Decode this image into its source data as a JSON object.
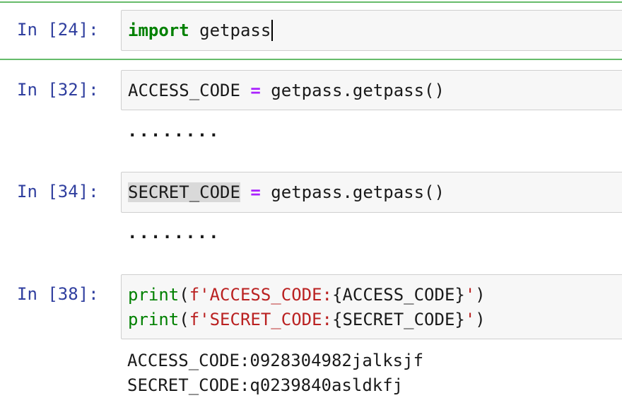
{
  "cells": [
    {
      "prompt": "In [24]:",
      "code": [
        {
          "kw": "import",
          "rest": " getpass"
        }
      ],
      "selected": true
    },
    {
      "prompt": "In [32]:",
      "var": "ACCESS_CODE",
      "eq": "=",
      "rhs": " getpass.getpass()",
      "output": "........"
    },
    {
      "prompt": "In [34]:",
      "var": "SECRET_CODE",
      "eq": "=",
      "rhs": " getpass.getpass()",
      "output": "........"
    },
    {
      "prompt": "In [38]:",
      "lines": [
        {
          "fn": "print",
          "open": "(",
          "fstr": "f'ACCESS_CODE:",
          "expr": "{ACCESS_CODE}",
          "close_str": "'",
          "close": ")"
        },
        {
          "fn": "print",
          "open": "(",
          "fstr": "f'SECRET_CODE:",
          "expr": "{SECRET_CODE}",
          "close_str": "'",
          "close": ")"
        }
      ],
      "output_lines": [
        "ACCESS_CODE:0928304982jalksjf",
        "SECRET_CODE:q0239840asldkfj"
      ]
    }
  ],
  "colors": {
    "prompt": "#303f9f",
    "keyword": "#008000",
    "operator": "#aa22ff",
    "string": "#ba2121",
    "selected_border": "#66bb6a"
  }
}
